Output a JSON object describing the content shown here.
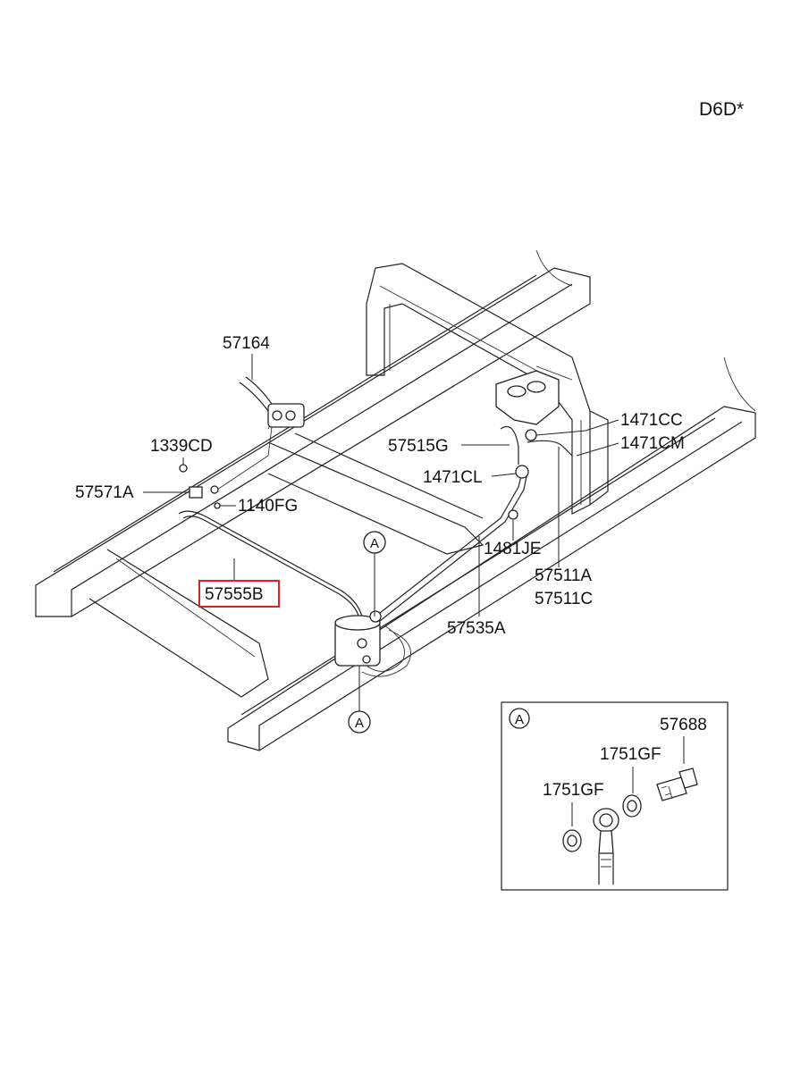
{
  "header": {
    "code": "D6D*"
  },
  "labels": {
    "p57164": "57164",
    "p1339CD": "1339CD",
    "p57571A": "57571A",
    "p1140FG": "1140FG",
    "p57515G": "57515G",
    "p1471CL": "1471CL",
    "p1471CC": "1471CC",
    "p1471CM": "1471CM",
    "p1481JE": "1481JE",
    "p57511A": "57511A",
    "p57511C": "57511C",
    "p57535A": "57535A",
    "p57555B": "57555B"
  },
  "refs": {
    "top": "A",
    "bottom": "A"
  },
  "detail": {
    "ref": "A",
    "p57688": "57688",
    "p1751GF_a": "1751GF",
    "p1751GF_b": "1751GF"
  },
  "highlight": {
    "part": "57555B",
    "color": "#e02020"
  }
}
